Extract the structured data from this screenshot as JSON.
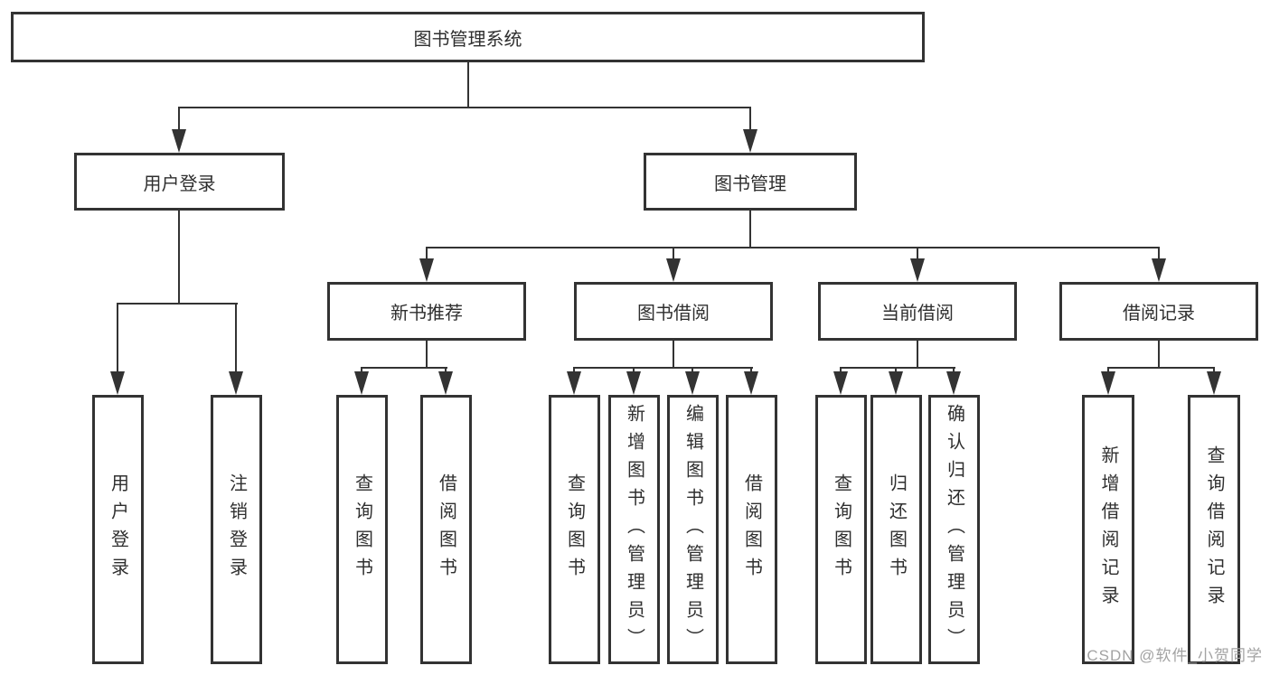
{
  "tree": {
    "label": "图书管理系统",
    "children": [
      {
        "label": "用户登录",
        "children": [
          {
            "label": "用户登录"
          },
          {
            "label": "注销登录"
          }
        ]
      },
      {
        "label": "图书管理",
        "children": [
          {
            "label": "新书推荐",
            "children": [
              {
                "label": "查询图书"
              },
              {
                "label": "借阅图书"
              }
            ]
          },
          {
            "label": "图书借阅",
            "children": [
              {
                "label": "查询图书"
              },
              {
                "label": "新增图书（管理员）"
              },
              {
                "label": "编辑图书（管理员）"
              },
              {
                "label": "借阅图书"
              }
            ]
          },
          {
            "label": "当前借阅",
            "children": [
              {
                "label": "查询图书"
              },
              {
                "label": "归还图书"
              },
              {
                "label": "确认归还（管理员）"
              }
            ]
          },
          {
            "label": "借阅记录",
            "children": [
              {
                "label": "新增借阅记录"
              },
              {
                "label": "查询借阅记录"
              }
            ]
          }
        ]
      }
    ]
  },
  "watermark": "CSDN @软件_小贺同学",
  "colors": {
    "line": "#333333",
    "text": "#2f2f2f",
    "watermark": "#a3a3a3",
    "background": "#ffffff"
  }
}
